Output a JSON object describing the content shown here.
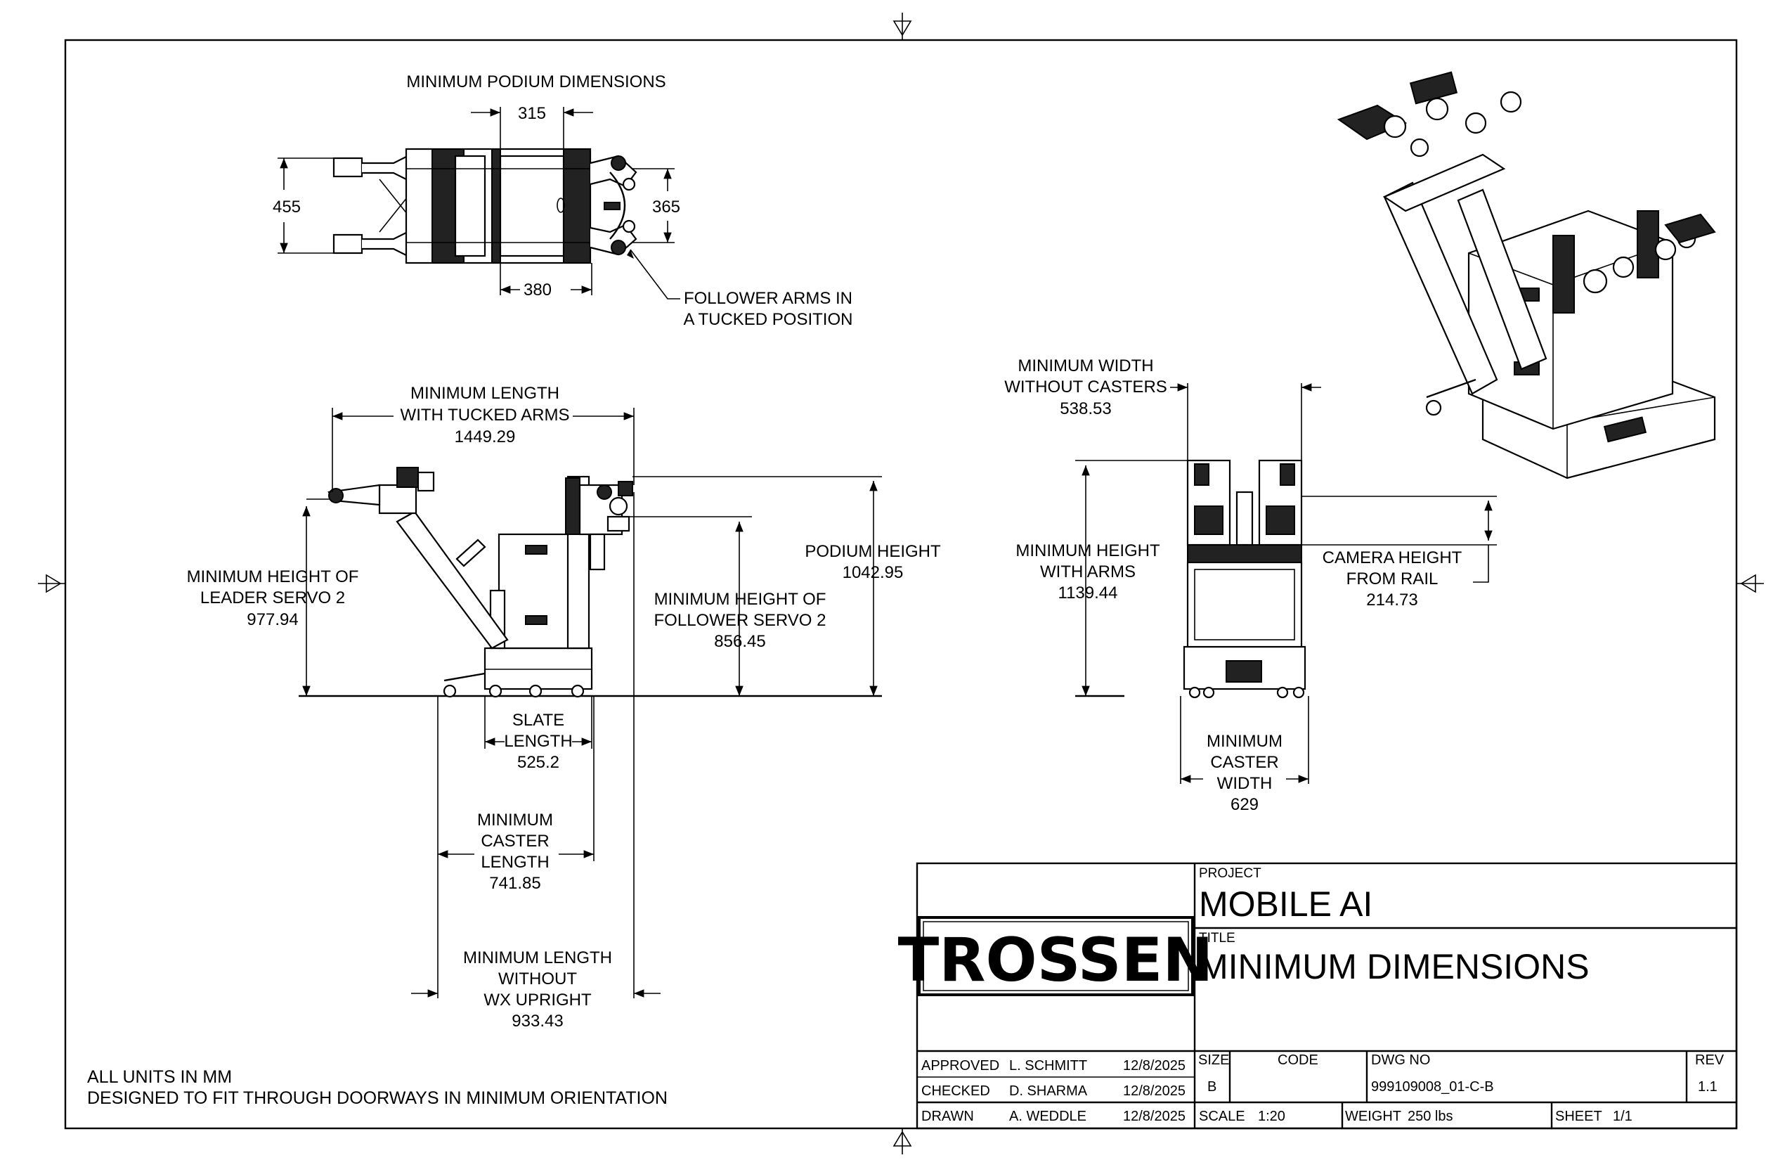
{
  "top_view": {
    "title": "MINIMUM PODIUM DIMENSIONS",
    "dims": {
      "width_top": "315",
      "left_height": "455",
      "right_height": "365",
      "bottom_width": "380"
    },
    "callout_line1": "FOLLOWER ARMS IN",
    "callout_line2": "A TUCKED POSITION"
  },
  "side_view": {
    "min_length_tucked": [
      "MINIMUM LENGTH",
      "WITH TUCKED ARMS",
      "1449.29"
    ],
    "leader_servo": [
      "MINIMUM HEIGHT OF",
      "LEADER SERVO 2",
      "977.94"
    ],
    "follower_servo": [
      "MINIMUM HEIGHT OF",
      "FOLLOWER SERVO 2",
      "856.45"
    ],
    "podium_height": [
      "PODIUM HEIGHT",
      "1042.95"
    ],
    "slate_length": [
      "SLATE",
      "LENGTH",
      "525.2"
    ],
    "caster_length": [
      "MINIMUM",
      "CASTER",
      "LENGTH",
      "741.85"
    ],
    "length_without_upright": [
      "MINIMUM LENGTH",
      "WITHOUT",
      "WX UPRIGHT",
      "933.43"
    ]
  },
  "front_view": {
    "width_without_casters": [
      "MINIMUM WIDTH",
      "WITHOUT CASTERS",
      "538.53"
    ],
    "height_with_arms": [
      "MINIMUM HEIGHT",
      "WITH ARMS",
      "1139.44"
    ],
    "camera_height": [
      "CAMERA HEIGHT",
      "FROM RAIL",
      "214.73"
    ],
    "caster_width": [
      "MINIMUM",
      "CASTER",
      "WIDTH",
      "629"
    ]
  },
  "notes": {
    "line1": "ALL UNITS IN MM",
    "line2": "DESIGNED TO FIT THROUGH DOORWAYS IN MINIMUM ORIENTATION"
  },
  "title_block": {
    "logo": "TROSSEN",
    "project_label": "PROJECT",
    "project": "MOBILE AI",
    "title_label": "TITLE",
    "title": "MINIMUM DIMENSIONS",
    "approved_label": "APPROVED",
    "approved_by": "L. SCHMITT",
    "approved_date": "12/8/2025",
    "checked_label": "CHECKED",
    "checked_by": "D. SHARMA",
    "checked_date": "12/8/2025",
    "drawn_label": "DRAWN",
    "drawn_by": "A. WEDDLE",
    "drawn_date": "12/8/2025",
    "size_label": "SIZE",
    "size": "B",
    "code_label": "CODE",
    "dwg_no_label": "DWG NO",
    "dwg_no": "999109008_01-C-B",
    "rev_label": "REV",
    "rev": "1.1",
    "scale_label": "SCALE",
    "scale": "1:20",
    "weight_label": "WEIGHT",
    "weight": "250 lbs",
    "sheet_label": "SHEET",
    "sheet": "1/1"
  }
}
